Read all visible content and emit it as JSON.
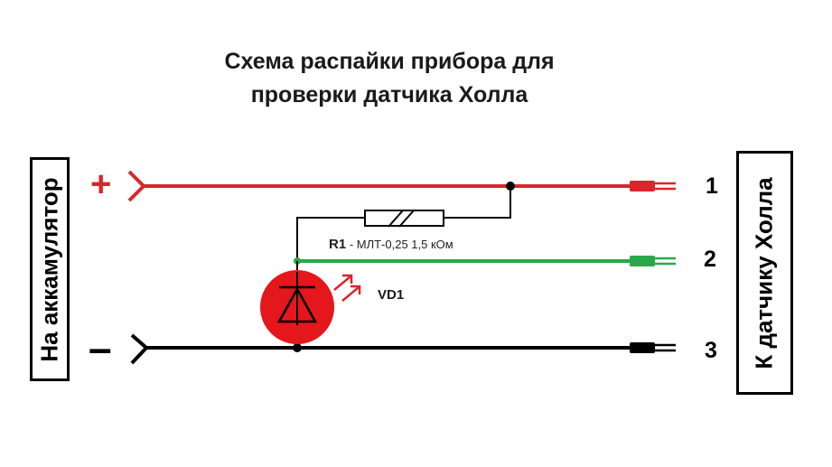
{
  "title": {
    "line1": "Схема распайки прибора для",
    "line2": "проверки датчика Холла"
  },
  "labels": {
    "battery": "На аккамулятор",
    "hall_sensor": "К датчику Холла",
    "plus": "+",
    "minus": "–",
    "pin1": "1",
    "pin2": "2",
    "pin3": "3",
    "resistor_name": "R1",
    "resistor_spec": "- МЛТ-0,25 1,5 кОм",
    "led_name": "VD1"
  },
  "colors": {
    "positive_wire": "#d9262c",
    "signal_wire": "#2ba84a",
    "ground_wire": "#000000",
    "led_body": "#e3171c"
  },
  "icons": [
    "led-icon",
    "resistor-icon",
    "plug-icon",
    "light-emission-arrows-icon"
  ]
}
